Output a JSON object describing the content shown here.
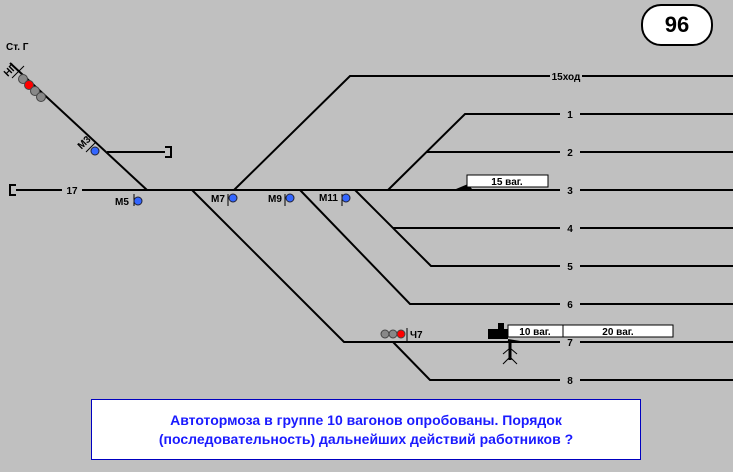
{
  "card_number": "96",
  "station_label": "Ст. Г",
  "signals": {
    "ng": "НГ",
    "m3": "М3",
    "m5": "М5",
    "m7": "М7",
    "m9": "М9",
    "m11": "М11",
    "ch7": "Ч7"
  },
  "tracks": {
    "t15": "15ход",
    "t1": "1",
    "t2": "2",
    "t3": "3",
    "t4": "4",
    "t5": "5",
    "t6": "6",
    "t7": "7",
    "t8": "8",
    "t17": "17"
  },
  "wagons": {
    "track3": "15 ваг.",
    "track7_a": "10 ваг.",
    "track7_b": "20 ваг."
  },
  "message": "Автотормоза в группе 10 вагонов опробованы. Порядок (последовательность) дальнейших действий работников ?",
  "colors": {
    "signal_red": "#ff0000",
    "signal_blue": "#3366ff",
    "signal_off": "#888888",
    "message_text": "#1a1aff"
  }
}
